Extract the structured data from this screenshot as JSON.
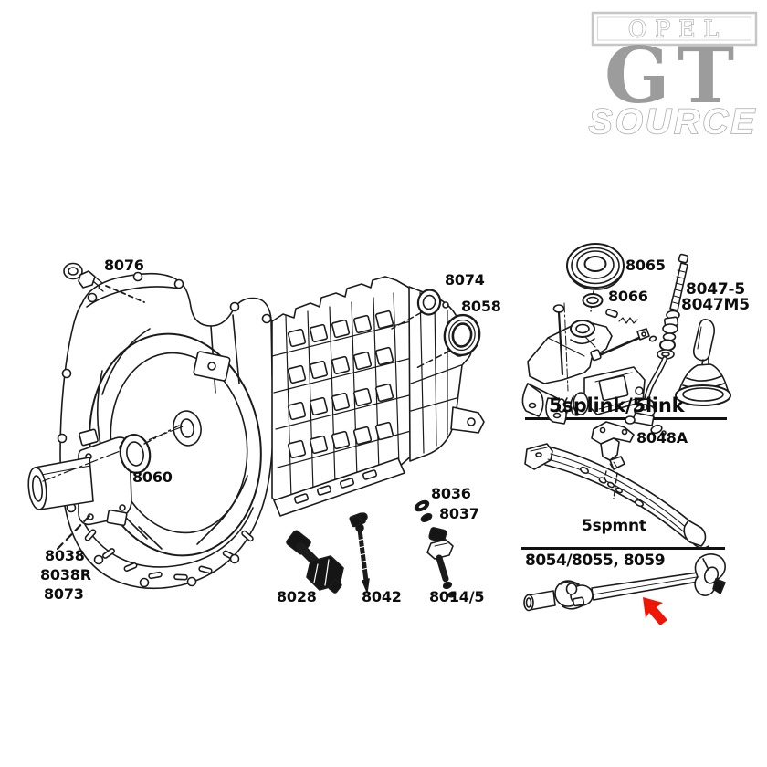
{
  "logo": {
    "opel": "OPEL",
    "gt": "GT",
    "source": "SOURCE"
  },
  "colors": {
    "red_arrow": "#ed1607",
    "logo_gray": "#9c9c9c",
    "diagram_line": "#1b1b1b"
  },
  "parts": {
    "p8076": "8076",
    "p8074": "8074",
    "p8058": "8058",
    "p8060": "8060",
    "p8038": "8038",
    "p8038R": "8038R",
    "p8073": "8073",
    "p8028": "8028",
    "p8042": "8042",
    "p8036": "8036",
    "p8037": "8037",
    "p8014_5": "8014/5",
    "p8065": "8065",
    "p8066": "8066",
    "p8047_5": "8047-5",
    "p8047M5": "8047M5",
    "p8048A": "8048A"
  },
  "sections": {
    "shifter_caption": "5splink/5link",
    "mount_caption": "5spmnt",
    "driveshaft_caption": "8054/8055, 8059"
  }
}
